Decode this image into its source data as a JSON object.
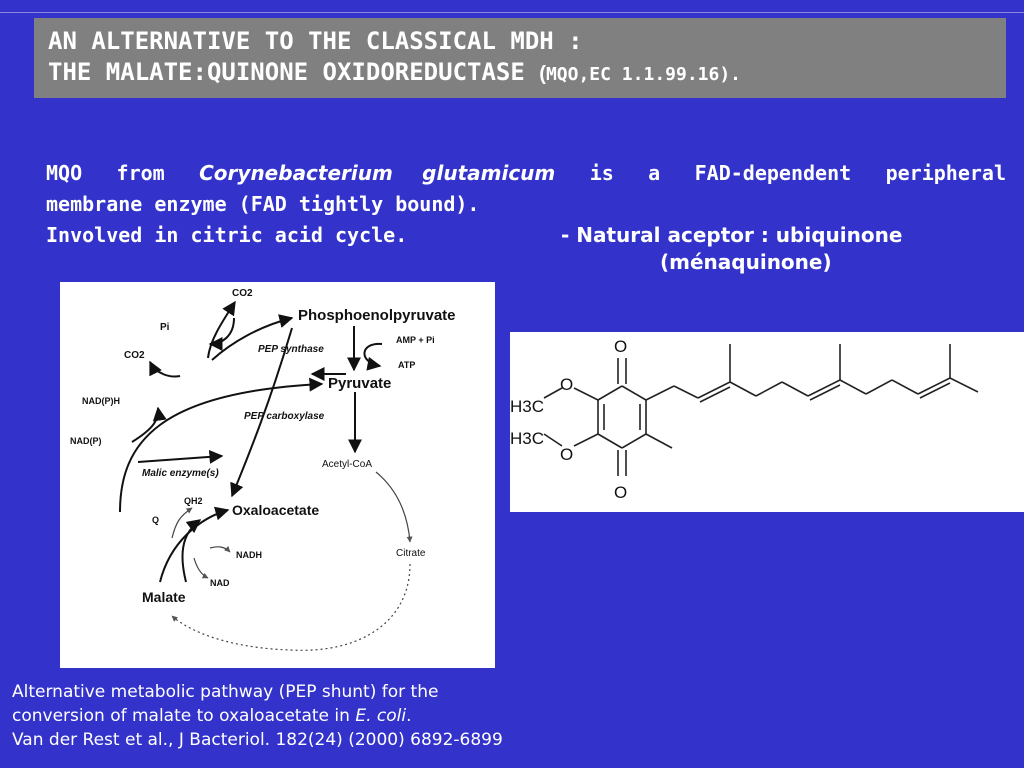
{
  "title": {
    "line1": "AN ALTERNATIVE TO THE CLASSICAL MDH :",
    "line2_main": "THE MALATE:QUINONE OXIDOREDUCTASE",
    "line2_paren": "(",
    "line2_ec": "MQO,EC 1.1.99.16)."
  },
  "body": {
    "p1_before": "MQO from",
    "p1_species": "Corynebacterium glutamicum",
    "p1_after": "is a FAD-dependent peripheral",
    "p1_line2": "membrane enzyme (FAD tightly bound).",
    "p2": "Involved in citric acid cycle.",
    "acceptor": "- Natural aceptor : ubiquinone",
    "acceptor2": "(ménaquinone)"
  },
  "pathway": {
    "co2_top": "CO2",
    "pep": "Phosphoenolpyruvate",
    "pi": "Pi",
    "pep_synthase": "PEP synthase",
    "amp_pi": "AMP + Pi",
    "atp": "ATP",
    "co2_left": "CO2",
    "pyruvate": "Pyruvate",
    "nadph": "NAD(P)H",
    "pep_carboxylase": "PEP carboxylase",
    "nadp": "NAD(P)",
    "acetyl_coa": "Acetyl-CoA",
    "malic_enzyme": "Malic enzyme(s)",
    "qh2": "QH2",
    "q": "Q",
    "oxaloacetate": "Oxaloacetate",
    "nadh": "NADH",
    "nad": "NAD",
    "citrate": "Citrate",
    "malate": "Malate"
  },
  "quinone": {
    "o_top": "O",
    "o_bottom": "O",
    "o_me1": "O",
    "o_me2": "O",
    "h3c_1": "H3C",
    "h3c_2": "H3C"
  },
  "caption": {
    "line1": "Alternative metabolic pathway (PEP shunt) for the",
    "line2_before": "conversion of malate to oxaloacetate in",
    "line2_species": "E. coli",
    "line2_after": ".",
    "line3": "Van der Rest et al., J Bacteriol. 182(24) (2000) 6892-6899"
  },
  "colors": {
    "background": "#3333cc",
    "title_box": "#808080",
    "text": "#ffffff",
    "panel": "#ffffff"
  }
}
